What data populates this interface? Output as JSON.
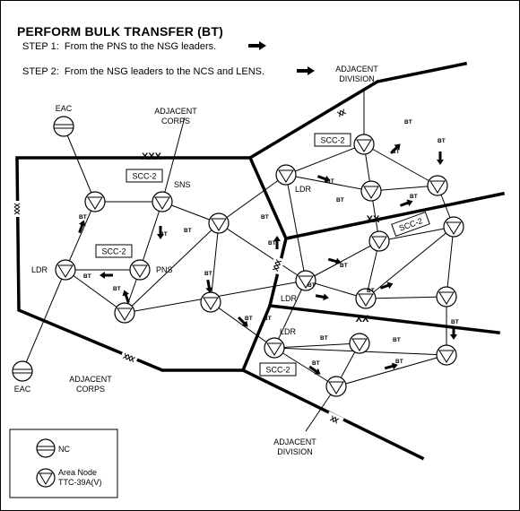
{
  "title": "PERFORM BULK TRANSFER (BT)",
  "steps": [
    {
      "label": "STEP 1:",
      "text": "From the PNS to the NSG leaders."
    },
    {
      "label": "STEP 2:",
      "text": "From the NSG leaders to the NCS and LENS."
    }
  ],
  "labels": {
    "eac": "EAC",
    "adjacent": "ADJACENT",
    "corps": "CORPS",
    "division": "DIVISION",
    "sns": "SNS",
    "pns": "PNS",
    "ldr": "LDR",
    "scc2": "SCC-2",
    "bt": "BT",
    "xxx": "XXX",
    "xx": "XX"
  },
  "legend": {
    "nc": "NC",
    "area_node_line1": "Area Node",
    "area_node_line2": "TTC-39A(V)"
  }
}
